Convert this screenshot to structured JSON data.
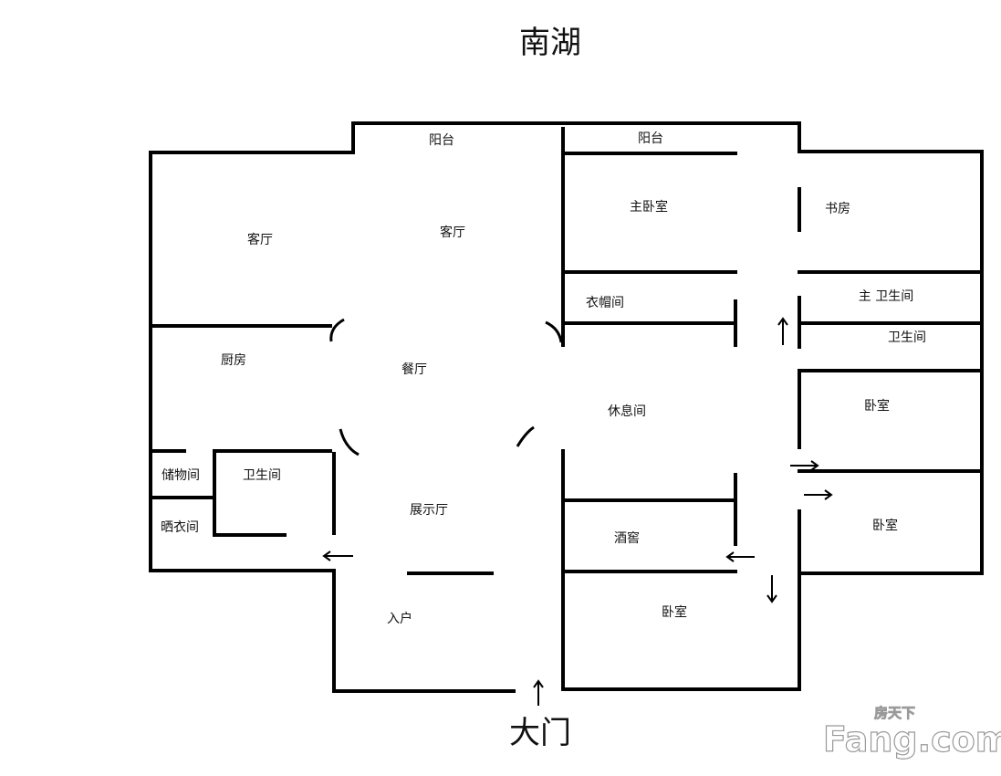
{
  "title": "南湖",
  "main_door": "大门",
  "rooms": {
    "balcony_left": "阳台",
    "balcony_right": "阳台",
    "living_room_left": "客厅",
    "living_room_center": "客厅",
    "master_bedroom": "主卧室",
    "study": "书房",
    "walk_in_closet": "衣帽间",
    "master_bathroom": "主 卫生间",
    "bathroom_right": "卫生间",
    "kitchen": "厨房",
    "dining_room": "餐厅",
    "lounge": "休息间",
    "bedroom_upper_right": "卧室",
    "storage_room": "储物间",
    "bathroom_left": "卫生间",
    "exhibition_hall": "展示厅",
    "drying_room": "晒衣间",
    "wine_cellar": "酒窖",
    "bedroom_lower_right": "卧室",
    "entrance": "入户",
    "bedroom_bottom": "卧室"
  },
  "watermark": {
    "brand": "Fang.com",
    "chinese": "房天下"
  }
}
